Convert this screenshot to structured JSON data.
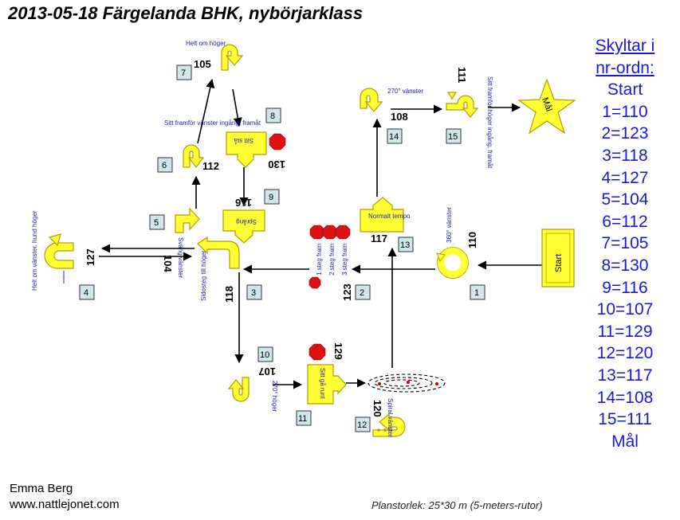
{
  "title": "2013-05-18 Färgelanda BHK, nybörjarklass",
  "legend": {
    "header_line1": "Skyltar i",
    "header_line2": "nr-ordn:",
    "items": [
      "Start",
      "1=110",
      "2=123",
      "3=118",
      "4=127",
      "5=104",
      "6=112",
      "7=105",
      "8=130",
      "9=116",
      "10=107",
      "11=129",
      "12=120",
      "13=117",
      "14=108",
      "15=111",
      "Mål"
    ]
  },
  "author": "Emma Berg",
  "website": "www.nattlejonet.com",
  "plan_size": "Planstorlek: 25*30 m (5-meters-rutor)",
  "signs": {
    "start": "Start",
    "finish": "Mål",
    "s1": {
      "station": "1",
      "code": "110",
      "label": "360° vänster"
    },
    "s2": {
      "station": "2",
      "code": "123",
      "labels": [
        "1 steg fram",
        "2 steg fram",
        "3 steg fram"
      ]
    },
    "s3": {
      "station": "3",
      "code": "118",
      "label": "Sidosteg till höger"
    },
    "s4": {
      "station": "4",
      "code": "127",
      "label": "Helt om vänster, hund höger"
    },
    "s5": {
      "station": "5",
      "code": "104",
      "label": "Sväng vänster"
    },
    "s6": {
      "station": "6",
      "code": "112",
      "label": "Sitt framför vänster ingång, framåt"
    },
    "s7": {
      "station": "7",
      "code": "105",
      "label": "Helt om höger"
    },
    "s8": {
      "station": "8",
      "code": "130",
      "label": "Sitt stå"
    },
    "s9": {
      "station": "9",
      "code": "116",
      "label": "Språng"
    },
    "s10": {
      "station": "10",
      "code": "107",
      "label": "270° höger"
    },
    "s11": {
      "station": "11",
      "code": "129",
      "label": "Sitt gå runt"
    },
    "s12": {
      "station": "12",
      "code": "120",
      "label": "Spiral vänster"
    },
    "s13": {
      "station": "13",
      "code": "117",
      "label": "Normalt tempo"
    },
    "s14": {
      "station": "14",
      "code": "108",
      "label": "270° vänster"
    },
    "s15": {
      "station": "15",
      "code": "111",
      "label": "Sitt framför höger ingång, framåt"
    }
  }
}
